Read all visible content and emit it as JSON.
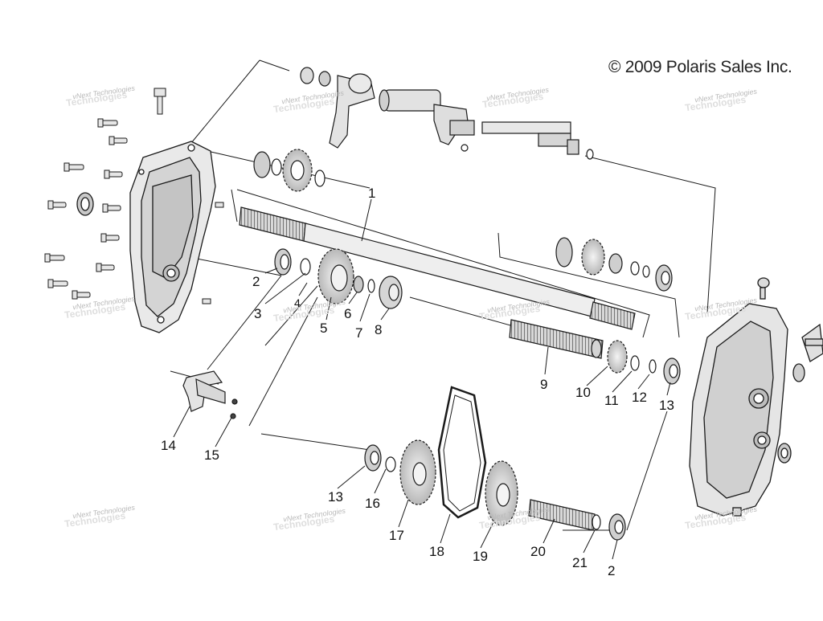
{
  "copyright": "© 2009 Polaris Sales Inc.",
  "watermark": {
    "text": "vNext Technologies",
    "ghost_text": "Technologies"
  },
  "callouts": [
    {
      "id": "1",
      "label": "1"
    },
    {
      "id": "2a",
      "label": "2"
    },
    {
      "id": "3",
      "label": "3"
    },
    {
      "id": "4",
      "label": "4"
    },
    {
      "id": "5",
      "label": "5"
    },
    {
      "id": "6",
      "label": "6"
    },
    {
      "id": "7",
      "label": "7"
    },
    {
      "id": "8",
      "label": "8"
    },
    {
      "id": "9",
      "label": "9"
    },
    {
      "id": "10",
      "label": "10"
    },
    {
      "id": "11",
      "label": "11"
    },
    {
      "id": "12",
      "label": "12"
    },
    {
      "id": "13a",
      "label": "13"
    },
    {
      "id": "14",
      "label": "14"
    },
    {
      "id": "15",
      "label": "15"
    },
    {
      "id": "13b",
      "label": "13"
    },
    {
      "id": "16",
      "label": "16"
    },
    {
      "id": "17",
      "label": "17"
    },
    {
      "id": "18",
      "label": "18"
    },
    {
      "id": "19",
      "label": "19"
    },
    {
      "id": "20",
      "label": "20"
    },
    {
      "id": "21",
      "label": "21"
    },
    {
      "id": "2b",
      "label": "2"
    }
  ],
  "colors": {
    "line": "#1a1a1a",
    "part_fill": "#ececec",
    "part_shade": "#bdbdbd",
    "dark_shade": "#7a7a7a"
  }
}
